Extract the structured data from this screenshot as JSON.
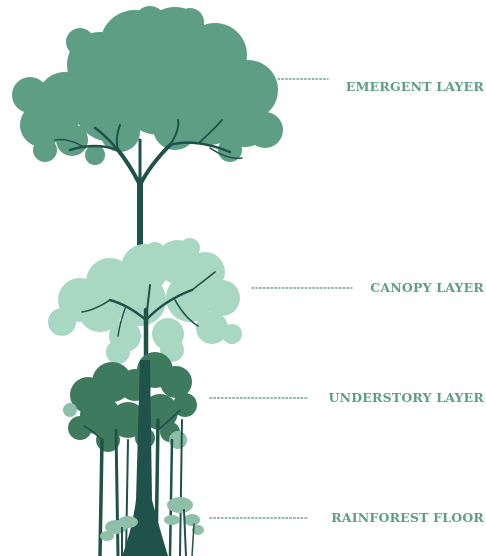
{
  "layers": {
    "emergent": "EMERGENT LAYER",
    "canopy": "CANOPY LAYER",
    "understory": "UNDERSTORY LAYER",
    "floor": "RAINFOREST FLOOR"
  },
  "colors": {
    "emergent_foliage": "#5e9e84",
    "canopy_foliage": "#a8d8c1",
    "understory_foliage": "#3d7a5e",
    "floor_foliage": "#8fbfa8",
    "trunk": "#1f5249",
    "dots": "#6fa48e",
    "label": "#5e9e84"
  }
}
